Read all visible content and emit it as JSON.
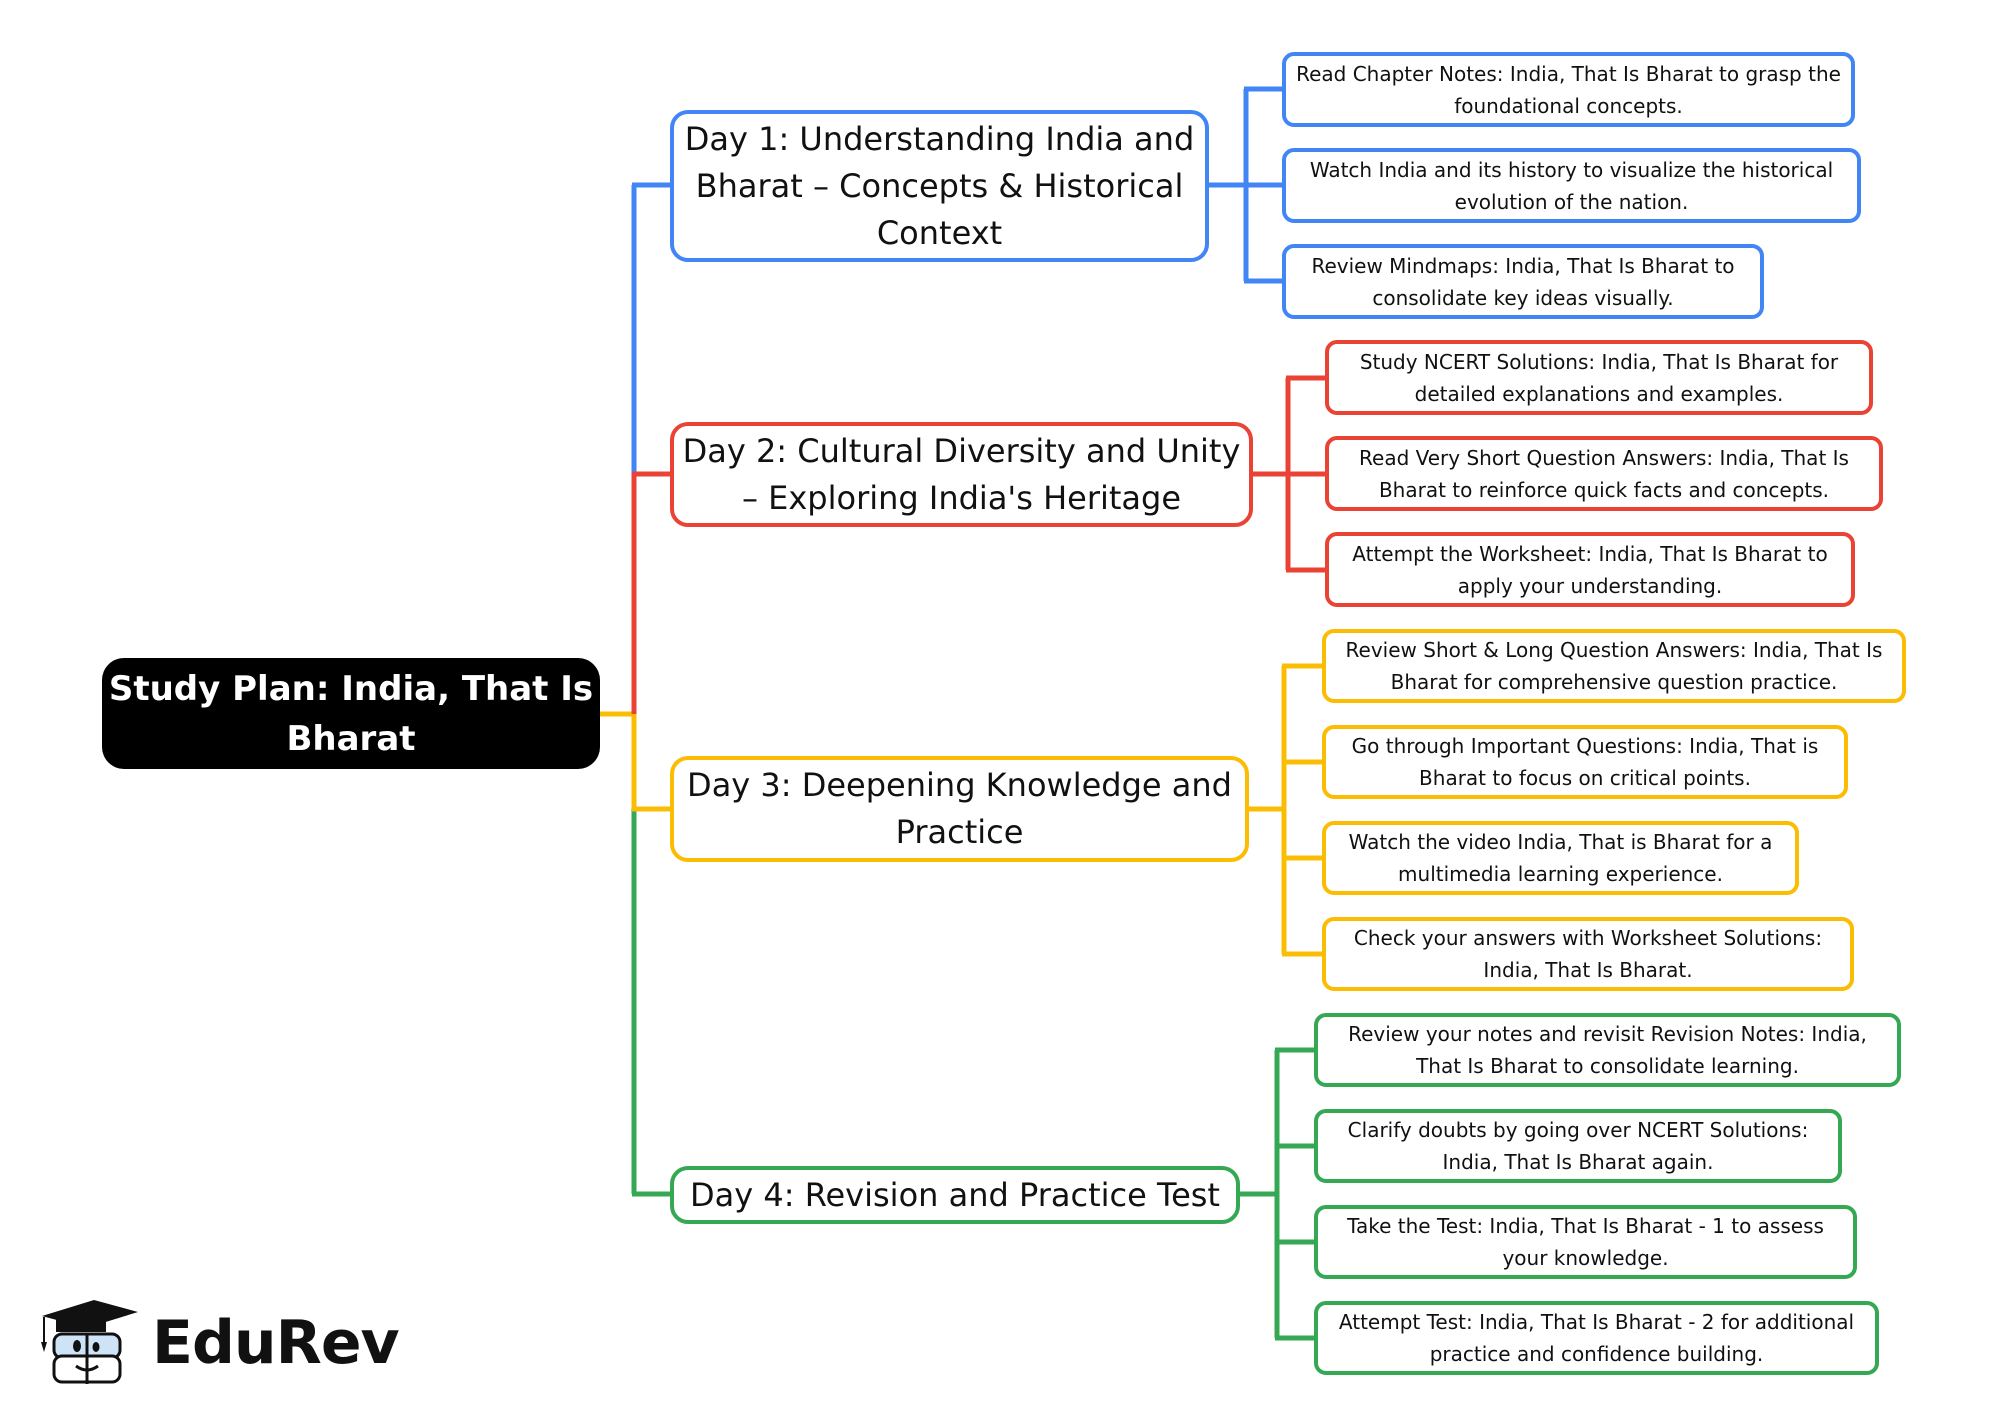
{
  "root": {
    "title": "Study Plan: India, That Is Bharat"
  },
  "colors": {
    "day1": "#4285f4",
    "day2": "#ea4335",
    "day3": "#fbbc04",
    "day4": "#34a853",
    "root_bg": "#000000"
  },
  "days": [
    {
      "title": "Day 1: Understanding India and Bharat – Concepts & Historical Context",
      "tasks": [
        "Read Chapter Notes: India, That Is Bharat to grasp the foundational concepts.",
        "Watch India and its history to visualize the historical evolution of the nation.",
        "Review Mindmaps: India, That Is Bharat to consolidate key ideas visually."
      ]
    },
    {
      "title": "Day 2: Cultural Diversity and Unity – Exploring India's Heritage",
      "tasks": [
        "Study NCERT Solutions: India, That Is Bharat for detailed explanations and examples.",
        "Read Very Short Question Answers: India, That Is Bharat to reinforce quick facts and concepts.",
        "Attempt the Worksheet: India, That Is Bharat to apply your understanding."
      ]
    },
    {
      "title": "Day 3: Deepening Knowledge and Practice",
      "tasks": [
        "Review Short & Long Question Answers: India, That Is Bharat for comprehensive question practice.",
        "Go through Important Questions: India, That is Bharat to focus on critical points.",
        "Watch the video India, That is Bharat for a multimedia learning experience.",
        "Check your answers with Worksheet Solutions: India, That Is Bharat."
      ]
    },
    {
      "title": "Day 4: Revision and Practice Test",
      "tasks": [
        "Review your notes and revisit Revision Notes: India, That Is Bharat to consolidate learning.",
        "Clarify doubts by going over NCERT Solutions: India, That Is Bharat again.",
        "Take the Test: India, That Is Bharat - 1 to assess your knowledge.",
        "Attempt Test: India, That Is Bharat - 2 for additional practice and confidence building."
      ]
    }
  ],
  "branding": {
    "logo_text": "EduRev",
    "logo_icon": "graduation-cap-mascot-icon"
  }
}
